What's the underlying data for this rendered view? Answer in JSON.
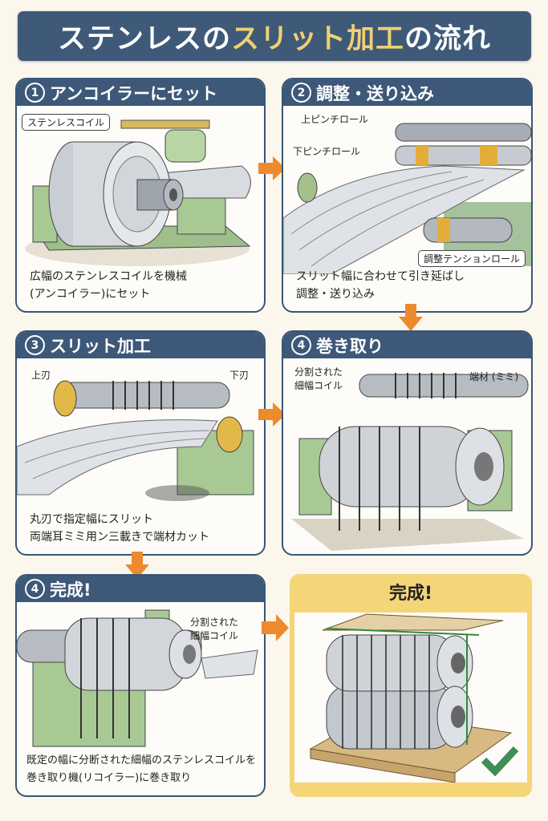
{
  "title": {
    "part1": "ステンレスの",
    "highlight": "スリット加工",
    "part2": "の流れ"
  },
  "colors": {
    "header_navy": "#3d5878",
    "highlight_gold": "#f0d071",
    "arrow_orange": "#ee8a2e",
    "complete_yellow": "#f4d578",
    "check_green": "#3f8d58",
    "background": "#fcf7ec"
  },
  "steps": [
    {
      "number": "1",
      "title": "アンコイラーにセット",
      "labels": [
        "ステンレスコイル"
      ],
      "caption": [
        "広幅のステンレスコイルを機械",
        "(アンコイラー)にセット"
      ]
    },
    {
      "number": "2",
      "title": "調整・送り込み",
      "labels": [
        "上ピンチロール",
        "下ピンチロール",
        "調整テンションロール"
      ],
      "caption": [
        "スリット幅に合わせて引き延ばし",
        "調整・送り込み"
      ]
    },
    {
      "number": "3",
      "title": "スリット加工",
      "labels": [
        "上刃",
        "下刃"
      ],
      "caption": [
        "丸刃で指定幅にスリット",
        "両端耳ミミ用ン三載きで端材カット"
      ]
    },
    {
      "number": "4",
      "title": "巻き取り",
      "labels": [
        "分割された\n細幅コイル",
        "端材 (ミミ)"
      ],
      "caption": []
    },
    {
      "number": "4",
      "title": "完成!",
      "labels": [
        "分割された\n細幅コイル"
      ],
      "caption": [
        "既定の幅に分断された細幅のステンレスコイルを",
        "巻き取り機(リコイラー)に巻き取り"
      ]
    }
  ],
  "complete": {
    "title": "完成!",
    "icon": "checkmark-icon"
  },
  "arrows": [
    "arrow-right",
    "arrow-down",
    "arrow-right",
    "arrow-down",
    "arrow-right"
  ]
}
